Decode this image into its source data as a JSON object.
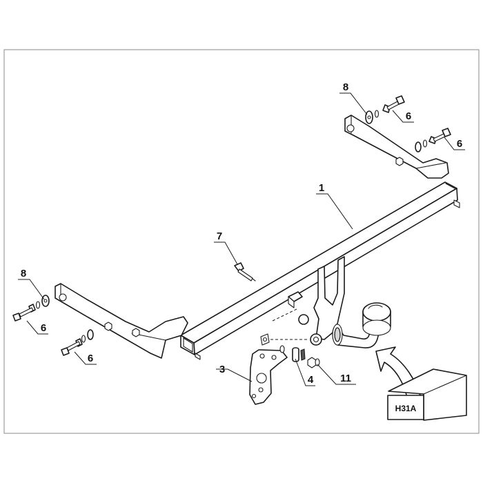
{
  "callouts": {
    "c1": "1",
    "c3": "3",
    "c4": "4",
    "c6a": "6",
    "c6b": "6",
    "c6c": "6",
    "c6d": "6",
    "c7": "7",
    "c8a": "8",
    "c8b": "8",
    "c11": "11"
  },
  "model_code": "H31A",
  "colors": {
    "line": "#1a1a1a",
    "frame": "#8a8a8a",
    "shade": "#d6d6d6"
  }
}
